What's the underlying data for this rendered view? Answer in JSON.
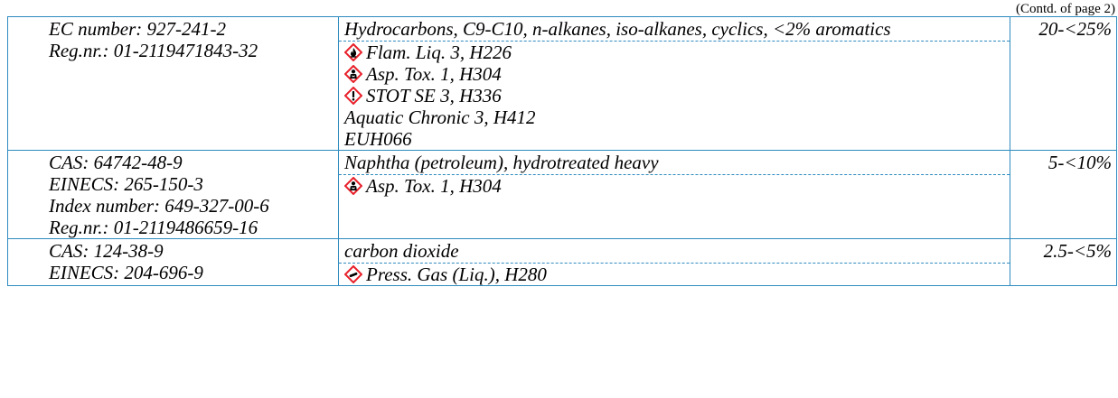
{
  "continuation": "(Contd. of page 2)",
  "rows": [
    {
      "ids": [
        "EC number: 927-241-2",
        "Reg.nr.: 01-2119471843-32"
      ],
      "name": "Hydrocarbons, C9-C10, n-alkanes, iso-alkanes, cyclics, <2% aromatics",
      "concentration": "20-<25%",
      "hazards": [
        {
          "icon": "flame-pictogram-icon",
          "text": "Flam. Liq. 3, H226"
        },
        {
          "icon": "health-hazard-pictogram-icon",
          "text": "Asp. Tox. 1, H304"
        },
        {
          "icon": "exclamation-pictogram-icon",
          "text": "STOT SE 3, H336"
        },
        {
          "icon": "",
          "text": "Aquatic Chronic 3, H412"
        },
        {
          "icon": "",
          "text": "EUH066"
        }
      ]
    },
    {
      "ids": [
        "CAS: 64742-48-9",
        "EINECS: 265-150-3",
        "Index number: 649-327-00-6",
        "Reg.nr.: 01-2119486659-16"
      ],
      "name": "Naphtha (petroleum), hydrotreated heavy",
      "concentration": "5-<10%",
      "hazards": [
        {
          "icon": "health-hazard-pictogram-icon",
          "text": "Asp. Tox. 1, H304"
        }
      ]
    },
    {
      "ids": [
        "CAS: 124-38-9",
        "EINECS: 204-696-9"
      ],
      "name": "carbon dioxide",
      "concentration": "2.5-<5%",
      "hazards": [
        {
          "icon": "gas-cylinder-pictogram-icon",
          "text": "Press. Gas (Liq.), H280"
        }
      ]
    }
  ],
  "colors": {
    "border": "#2e8bc0",
    "pictogram_border": "#e8202a"
  }
}
